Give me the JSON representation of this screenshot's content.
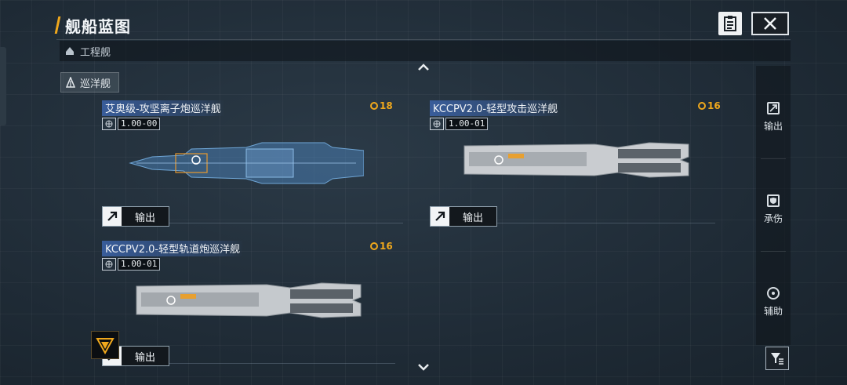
{
  "header": {
    "title": "舰船蓝图"
  },
  "category_bar": {
    "label": "工程舰"
  },
  "subcategory": {
    "label": "巡洋舰"
  },
  "ships": [
    {
      "name": "艾奥级-攻坚离子炮巡洋舰",
      "version": "1.00-00",
      "cost": "18",
      "export_label": "输出"
    },
    {
      "name": "KCCPV2.0-轻型攻击巡洋舰",
      "version": "1.00-01",
      "cost": "16",
      "export_label": "输出"
    },
    {
      "name": "KCCPV2.0-轻型轨道炮巡洋舰",
      "version": "1.00-01",
      "cost": "16",
      "export_label": "输出"
    }
  ],
  "sidebar": {
    "items": [
      {
        "label": "输出",
        "icon": "output-arrow-icon"
      },
      {
        "label": "承伤",
        "icon": "shield-icon"
      },
      {
        "label": "辅助",
        "icon": "support-icon"
      }
    ]
  },
  "colors": {
    "accent": "#f0a81c",
    "name_highlight": "#3c64aa"
  }
}
